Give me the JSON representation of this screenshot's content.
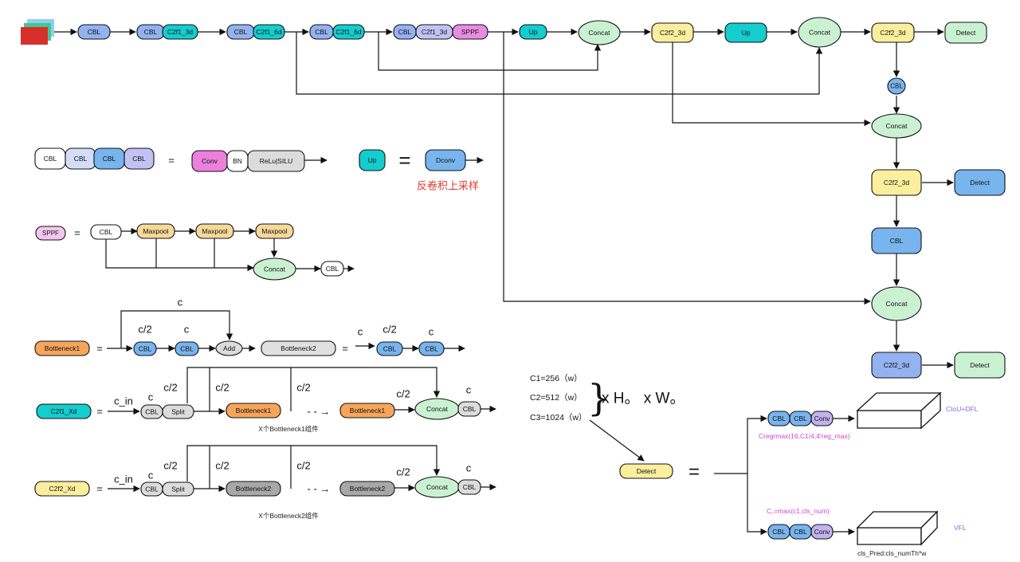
{
  "colors": {
    "cbl_blue": "#94b1f0",
    "cbl_sky": "#78b4ee",
    "cbl_lavender": "#c4c2f4",
    "cbl_pale": "#d3ddf7",
    "c2f1": "#14cdcf",
    "c2f2": "#fbee9d",
    "concat": "#cbf1d3",
    "sppf": "#e98be1",
    "sppf_light": "#f3c6ef",
    "maxpool": "#f6d899",
    "bottleneck1": "#f6a55b",
    "bottleneck_gray": "#e0e0e0",
    "bottleneck2": "#a8a8a8",
    "split": "#dcdcdc",
    "detect": "#cbf1d3",
    "conv": "#ec80dc",
    "conv_lav": "#c2b3ee",
    "red_text": "#e03c31",
    "magenta_text": "#d045d0",
    "purple_text": "#8a63e8"
  },
  "labels": {
    "cbl": "CBL",
    "c2f1_3d": "C2f1_3d",
    "c2f1_6d": "C2f1_6d",
    "c2f2_3d": "C2f2_3d",
    "sppf": "SPPF",
    "up": "Up",
    "concat": "Concat",
    "detect": "Detect",
    "conv": "Conv",
    "bn": "BN",
    "relu_silu": "ReLu|SILU",
    "dconv": "Dconv",
    "maxpool": "Maxpool",
    "add": "Add",
    "split": "Split",
    "bottleneck1": "Bottleneck1",
    "bottleneck2": "Bottleneck2",
    "c2f1_xd": "C2f1_Xd",
    "c2f2_xd": "C2f2_Xd"
  },
  "symbols": {
    "eq": "=",
    "big_eq": "=",
    "dash_arrow": "- - →",
    "brace": "}",
    "c": "c",
    "c2": "c/2",
    "c_in": "c_in"
  },
  "annotations": {
    "deconv_upsample": "反卷积上采样",
    "x_bottleneck1": "X个Bottleneck1组件",
    "x_bottleneck2": "X个Bottleneck2组件",
    "c1": "C1=256（w）",
    "c2": "C2=512（w）",
    "c3": "C3=1024（w）",
    "hw": "x H。 x W。",
    "cregrmax": "Cregrmax(16,C1/4,4'reg_max)",
    "cc_max": "C꜀=max(c1,cls_num)",
    "ciou_dfl": "CIoU+DFL",
    "vfl": "VFL",
    "cls_pred": "cls_Pred:cls_numTh*w"
  }
}
